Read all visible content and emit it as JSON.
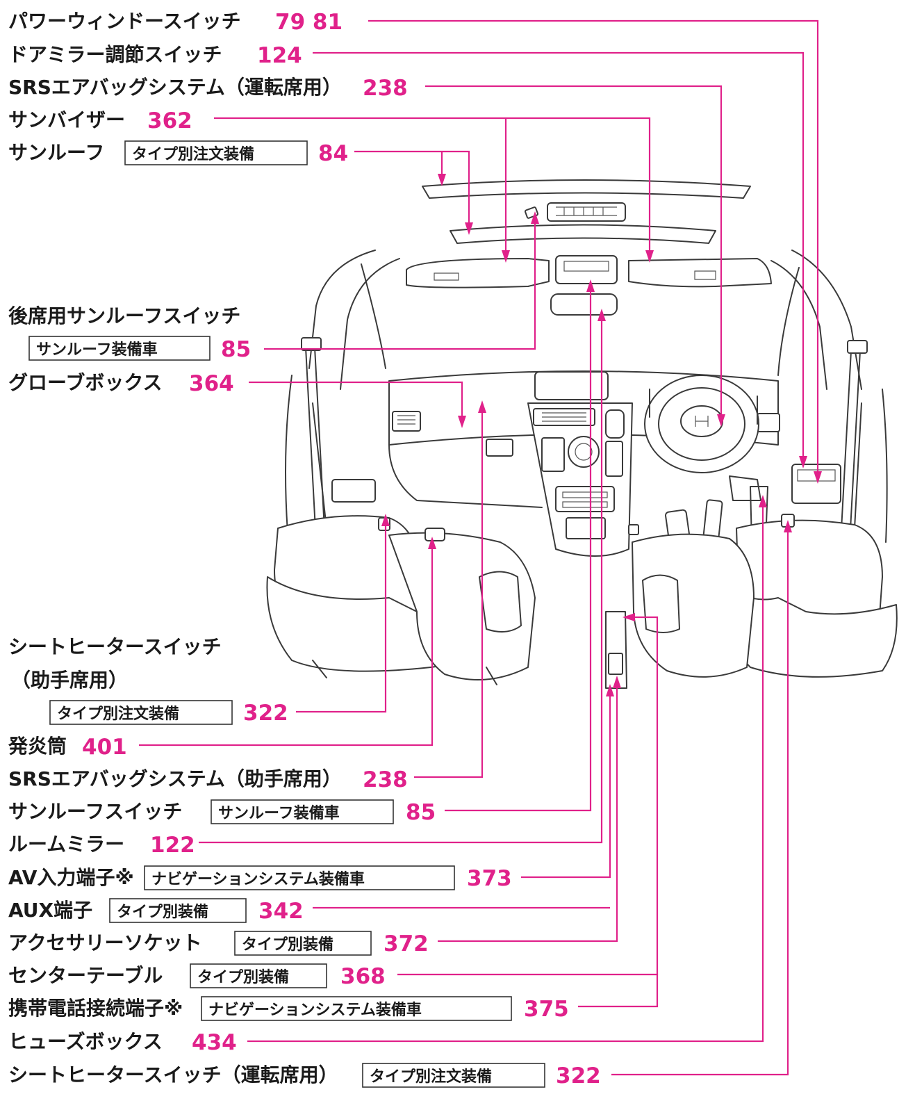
{
  "callouts": [
    {
      "label": "パワーウィンドースイッチ",
      "number": "79 81"
    },
    {
      "label": "ドアミラー調節スイッチ",
      "number": "124"
    },
    {
      "label": "SRSエアバッグシステム（運転席用）",
      "number": "238"
    },
    {
      "label": "サンバイザー",
      "number": "362"
    },
    {
      "label": "サンルーフ",
      "tag": "タイプ別注文装備",
      "number": "84"
    },
    {
      "label": "後席用サンルーフスイッチ"
    },
    {
      "tag": "サンルーフ装備車",
      "number": "85"
    },
    {
      "label": "グローブボックス",
      "number": "364"
    },
    {
      "label": "シートヒータースイッチ"
    },
    {
      "label": "（助手席用）"
    },
    {
      "tag": "タイプ別注文装備",
      "number": "322"
    },
    {
      "label": "発炎筒",
      "number": "401"
    },
    {
      "label": "SRSエアバッグシステム（助手席用）",
      "number": "238"
    },
    {
      "label": "サンルーフスイッチ",
      "tag": "サンルーフ装備車",
      "number": "85"
    },
    {
      "label": "ルームミラー",
      "number": "122"
    },
    {
      "label": "AV入力端子※",
      "tag": "ナビゲーションシステム装備車",
      "number": "373"
    },
    {
      "label": "AUX端子",
      "tag": "タイプ別装備",
      "number": "342"
    },
    {
      "label": "アクセサリーソケット",
      "tag": "タイプ別装備",
      "number": "372"
    },
    {
      "label": "センターテーブル",
      "tag": "タイプ別装備",
      "number": "368"
    },
    {
      "label": "携帯電話接続端子※",
      "tag": "ナビゲーションシステム装備車",
      "number": "375"
    },
    {
      "label": "ヒューズボックス",
      "number": "434"
    },
    {
      "label": "シートヒータースイッチ（運転席用）",
      "tag": "タイプ別注文装備",
      "number": "322"
    }
  ],
  "colors": {
    "accent": "#e0218a",
    "text": "#1a1a1a",
    "line_art": "#3a3a3a"
  }
}
